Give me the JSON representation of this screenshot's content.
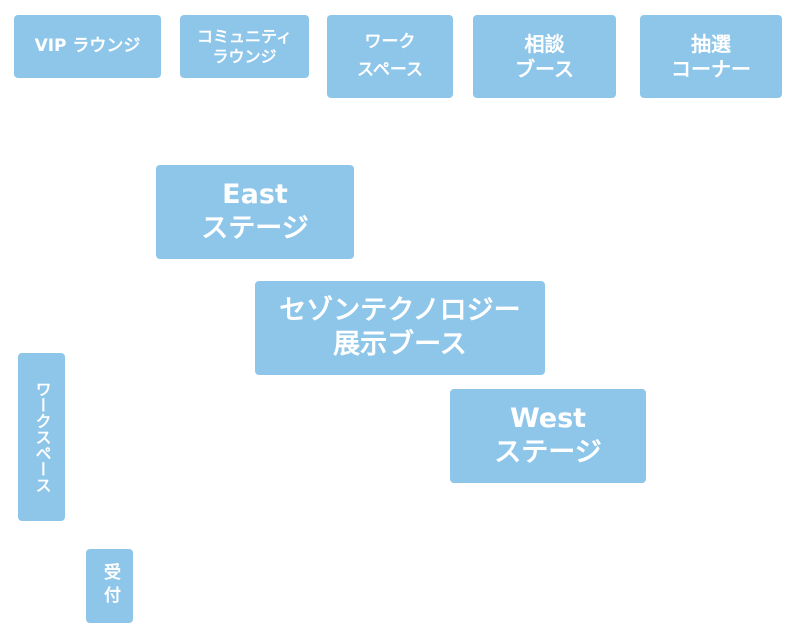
{
  "floor_map": {
    "areas": {
      "vip_lounge": {
        "label": "VIP ラウンジ"
      },
      "community_lounge": {
        "label": "コミュニティ\nラウンジ"
      },
      "workspace_top": {
        "label": "ワーク\nスペース"
      },
      "consultation_booth": {
        "label": "相談\nブース"
      },
      "lottery_corner": {
        "label": "抽選\nコーナー"
      },
      "east_stage": {
        "label": "East\nステージ"
      },
      "sezon_booth": {
        "label": "セゾンテクノロジー\n展示ブース"
      },
      "west_stage": {
        "label": "West\nステージ"
      },
      "workspace_left": {
        "label": "ワークスペース"
      },
      "reception": {
        "label": "受付"
      }
    },
    "colors": {
      "area_fill": "#8ec6ea",
      "label_text": "#ffffff",
      "background": "#ffffff"
    }
  }
}
